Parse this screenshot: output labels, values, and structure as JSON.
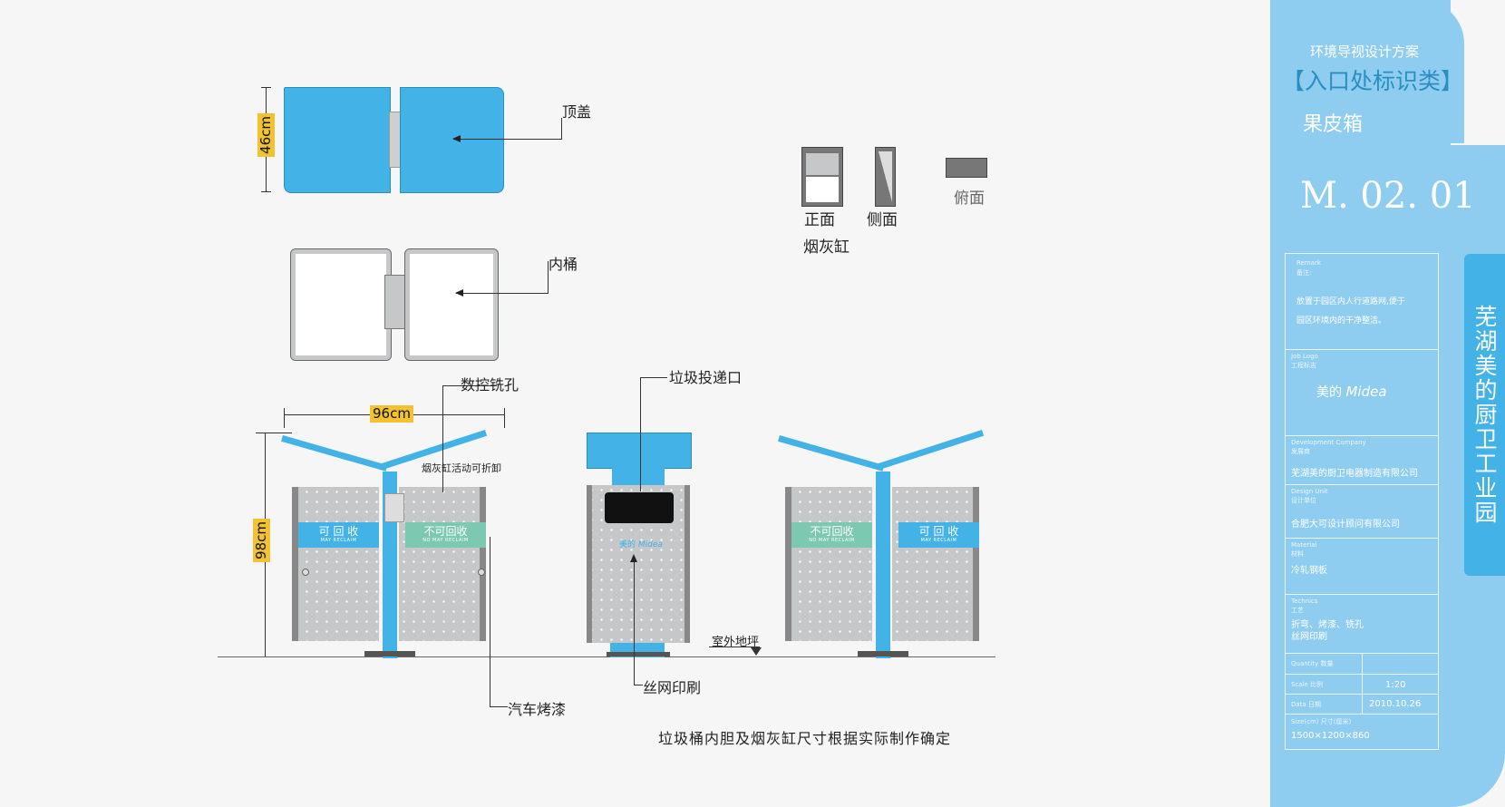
{
  "labels": {
    "top_lid": "顶盖",
    "inner_bucket": "内桶",
    "cnc_hole": "数控铣孔",
    "drop_opening": "垃圾投递口",
    "ashtray_removable": "烟灰缸活动可折卸",
    "auto_paint": "汽车烤漆",
    "screen_print": "丝网印刷",
    "outdoor_ground": "室外地坪",
    "footnote": "垃圾桶内胆及烟灰缸尺寸根据实际制作确定"
  },
  "dimensions": {
    "depth": "46cm",
    "width": "96cm",
    "height": "98cm"
  },
  "ashtray": {
    "front": "正面",
    "side": "侧面",
    "top": "俯面",
    "caption": "烟灰缸"
  },
  "bins": {
    "recyclable_cn": "可 回 收",
    "recyclable_en": "MAY RECLAIM",
    "nonrecyclable_cn": "不可回收",
    "nonrecyclable_en": "NO MAY RECLAIM",
    "brand_cn": "美的",
    "brand_en": "Midea"
  },
  "title_block": {
    "category": "环境导视设计方案",
    "section": "【入口处标识类】",
    "item": "果皮箱",
    "code": "M. 02. 01",
    "park": "芜湖美的厨卫工业园",
    "remark_en": "Remark",
    "remark_cn": "备注:",
    "remark_line1": "放置于园区内人行道路网,便于",
    "remark_line2": "园区环境内的干净整洁。",
    "logo_en": "Job Logo",
    "logo_cn": "工程标志",
    "logo_brand_cn": "美的",
    "logo_brand_en": "Midea",
    "dev_en": "Development Company",
    "dev_cn": "发展商",
    "dev_value": "芜湖美的厨卫电器制造有限公司",
    "design_en": "Design Unit",
    "design_cn": "设计单位",
    "design_value": "合肥大可设计顾问有限公司",
    "material_en": "Material",
    "material_cn": "材料",
    "material_value": "冷轧钢板",
    "tech_en": "Technics",
    "tech_cn": "工艺",
    "tech_line1": "折弯、烤漆、铣孔",
    "tech_line2": "丝网印刷",
    "qty_label": "Quantity   数量",
    "scale_label": "Scale   比例",
    "scale_value": "1:20",
    "date_label": "Data   日期",
    "date_value": "2010.10.26",
    "size_label": "Size(cm)     尺寸(厘米)",
    "size_value": "1500×1200×860"
  },
  "colors": {
    "blue": "#43b2e6",
    "panel": "#8fcdf0",
    "teal": "#7cc8b0",
    "gray": "#c6c7c9"
  }
}
